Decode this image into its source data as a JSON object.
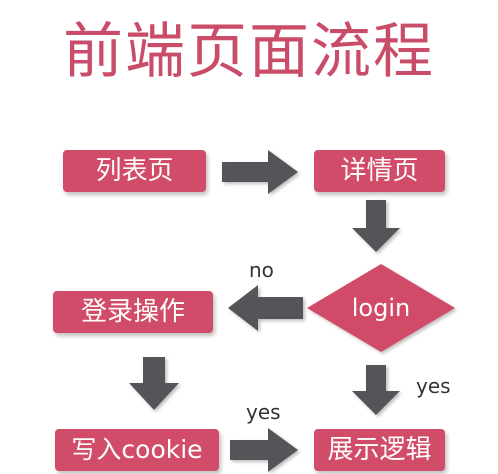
{
  "title": "前端页面流程",
  "nodes": {
    "list_page": "列表页",
    "detail_page": "详情页",
    "login_decision": "login",
    "login_action": "登录操作",
    "write_cookie": "写入cookie",
    "show_logic": "展示逻辑"
  },
  "edge_labels": {
    "no": "no",
    "yes_down": "yes",
    "yes_right": "yes"
  },
  "colors": {
    "accent": "#c94c68",
    "node_fill": "#d14c69",
    "arrow": "#525558"
  }
}
